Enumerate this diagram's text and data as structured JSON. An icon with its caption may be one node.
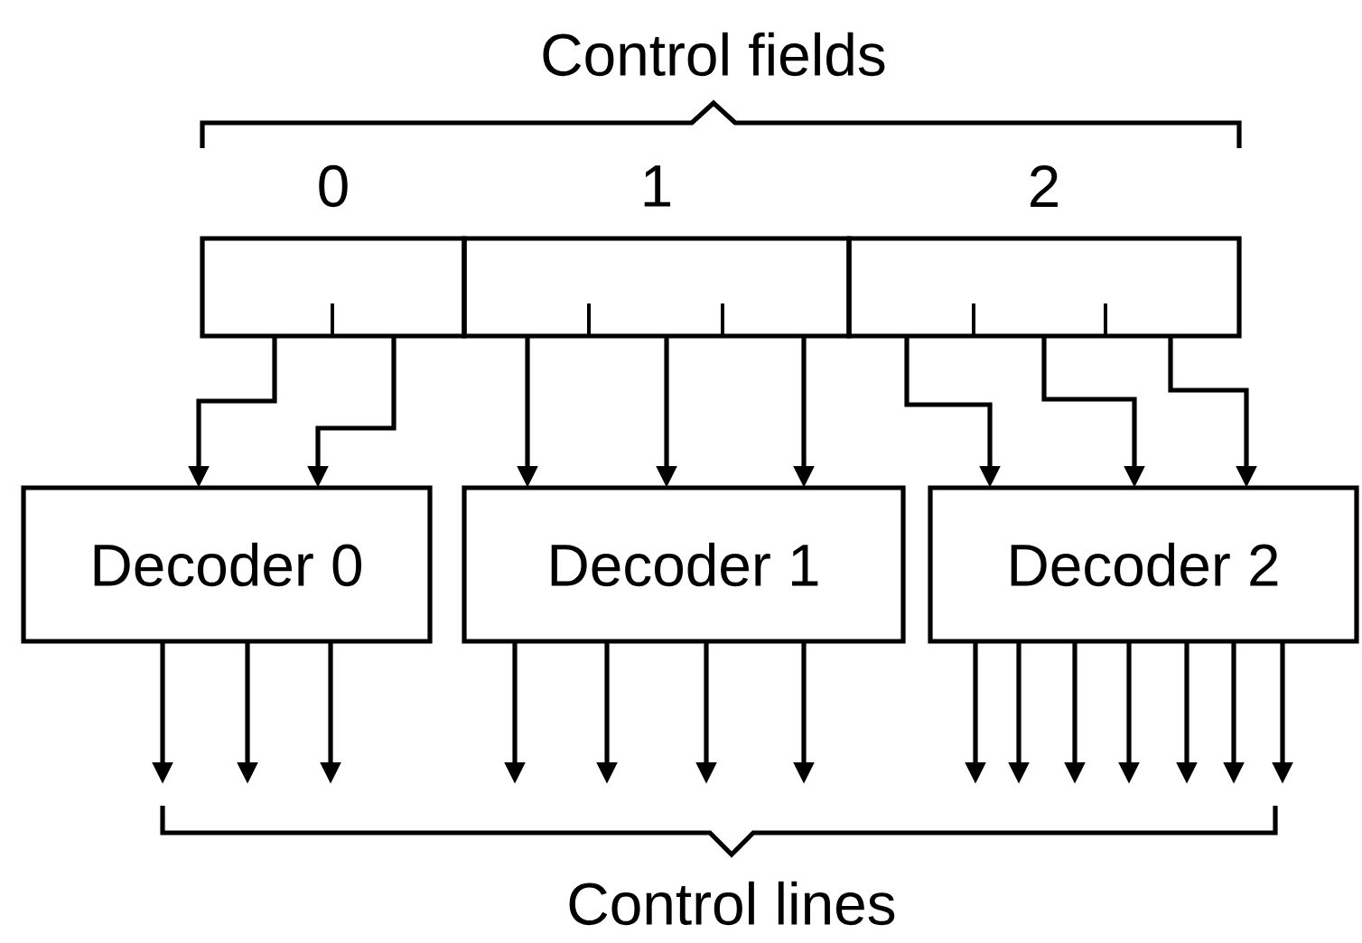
{
  "diagram": {
    "nodes": [
      {
        "text": [
          "0"
        ]
      },
      {
        "text": [
          "1"
        ]
      },
      {
        "text": [
          "2"
        ]
      },
      {
        "text": [
          "Decoder 0"
        ]
      },
      {
        "text": [
          "Decoder 1"
        ]
      },
      {
        "text": [
          "Decoder 2"
        ]
      }
    ],
    "edges": [
      {
        "from": 0,
        "to": 3,
        "arrow": "to"
      },
      {
        "from": 0,
        "to": 3,
        "arrow": "to"
      },
      {
        "from": 1,
        "to": 4,
        "arrow": "to"
      },
      {
        "from": 1,
        "to": 4,
        "arrow": "to"
      },
      {
        "from": 1,
        "to": 4,
        "arrow": "to"
      },
      {
        "from": 2,
        "to": 5,
        "arrow": "to"
      },
      {
        "from": 2,
        "to": 5,
        "arrow": "to"
      },
      {
        "from": 2,
        "to": 5,
        "arrow": "to"
      },
      {
        "from": 3,
        "to": null,
        "arrow": "to"
      },
      {
        "from": 3,
        "to": null,
        "arrow": "to"
      },
      {
        "from": 3,
        "to": null,
        "arrow": "to"
      },
      {
        "from": 4,
        "to": null,
        "arrow": "to"
      },
      {
        "from": 4,
        "to": null,
        "arrow": "to"
      },
      {
        "from": 4,
        "to": null,
        "arrow": "to"
      },
      {
        "from": 4,
        "to": null,
        "arrow": "to"
      },
      {
        "from": 5,
        "to": null,
        "arrow": "to"
      },
      {
        "from": 5,
        "to": null,
        "arrow": "to"
      },
      {
        "from": 5,
        "to": null,
        "arrow": "to"
      },
      {
        "from": 5,
        "to": null,
        "arrow": "to"
      },
      {
        "from": 5,
        "to": null,
        "arrow": "to"
      },
      {
        "from": 5,
        "to": null,
        "arrow": "to"
      },
      {
        "from": 5,
        "to": null,
        "arrow": "to"
      }
    ],
    "labels": [
      "Control fields",
      "Control lines"
    ]
  }
}
